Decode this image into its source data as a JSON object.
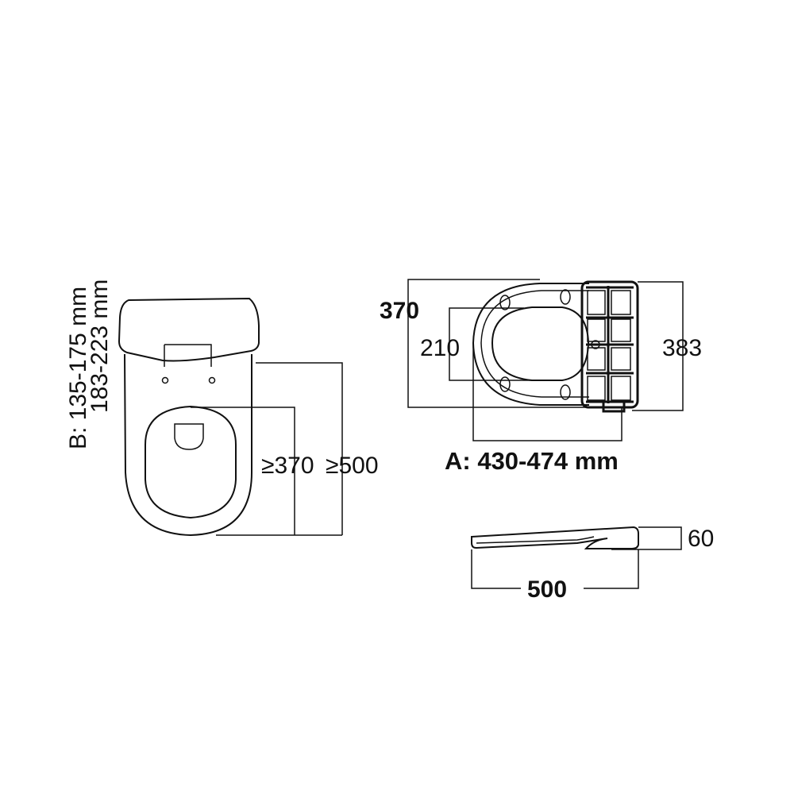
{
  "left_view": {
    "b_line1": "B: 135-175 mm",
    "b_line2": "183-223 mm",
    "dim_inner": "≥370",
    "dim_outer": "≥500"
  },
  "top_view": {
    "width_bold": "370",
    "inner_width": "210",
    "right_width": "383",
    "caption": "A: 430-474 mm"
  },
  "side_view": {
    "height": "60",
    "length": "500"
  }
}
